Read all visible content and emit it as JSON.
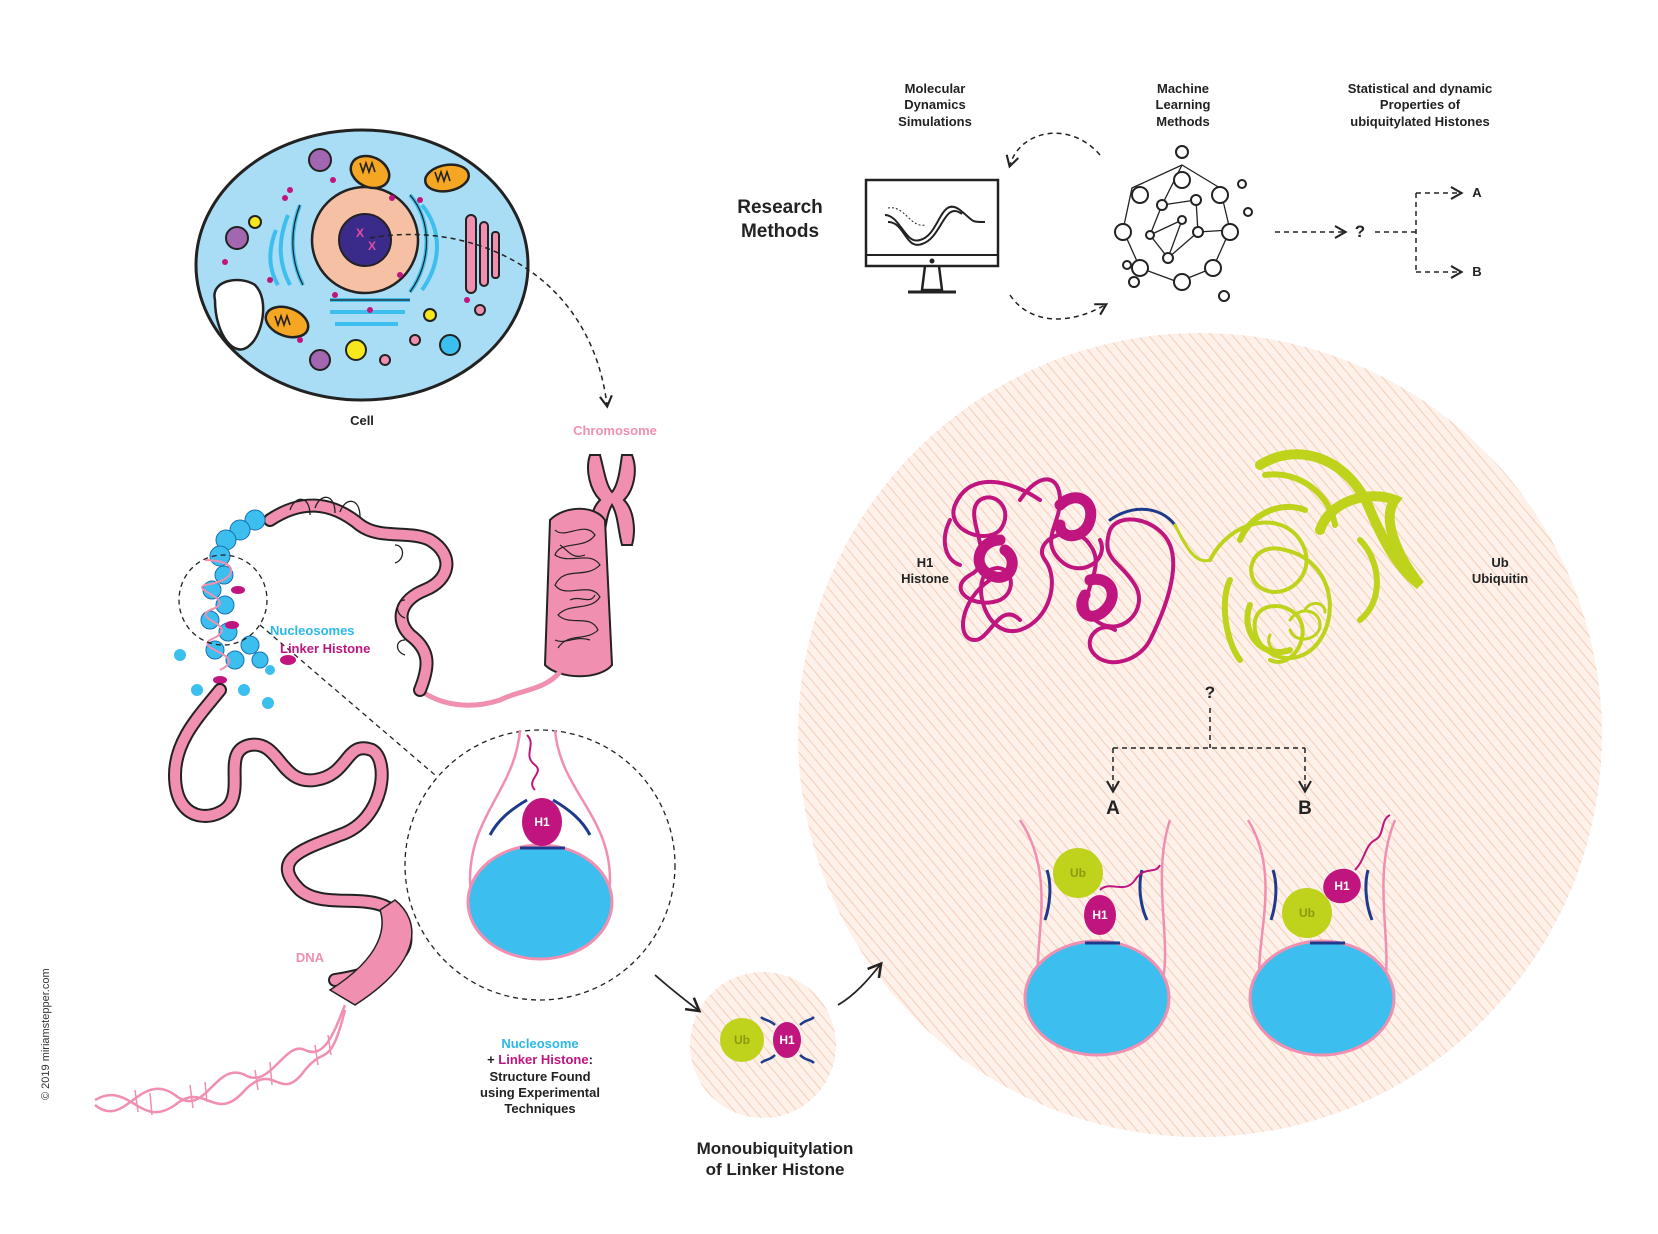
{
  "colors": {
    "cell": "#a9dcf5",
    "pink": "#f08fb0",
    "cyan": "#3cbfef",
    "magenta": "#c0157e",
    "lime": "#bfd21c",
    "peach": "#fbe3d6",
    "navy": "#1e3a8a",
    "dark": "#222222"
  },
  "icons": [
    "computer-monitor-icon",
    "neural-network-icon"
  ],
  "labels": {
    "cell": "Cell",
    "chromosome": "Chromosome",
    "nucleosomes": "Nucleosomes",
    "linker_histone": "Linker Histone",
    "dna": "DNA",
    "research_methods": [
      "Research",
      "Methods"
    ],
    "md_sim": [
      "Molecular",
      "Dynamics",
      "Simulations"
    ],
    "ml": [
      "Machine",
      "Learning",
      "Methods"
    ],
    "stats": [
      "Statistical and dynamic",
      "Properties of",
      "ubiquitylated Histones"
    ],
    "question": "?",
    "option_a": "A",
    "option_b": "B",
    "h1_histone": [
      "H1",
      "Histone"
    ],
    "ub_ubiquitin": [
      "Ub",
      "Ubiquitin"
    ],
    "h1": "H1",
    "ub": "Ub",
    "nucleosome_caption": {
      "nucleosome": "Nucleosome",
      "plus": "+ ",
      "linker_histone": "Linker Histone",
      "colon": ":",
      "rest": [
        "Structure Found",
        "using Experimental",
        "Techniques"
      ]
    },
    "mono": [
      "Monoubiquitylation",
      "of Linker Histone"
    ],
    "copyright": "© 2019 miriamstepper.com"
  }
}
